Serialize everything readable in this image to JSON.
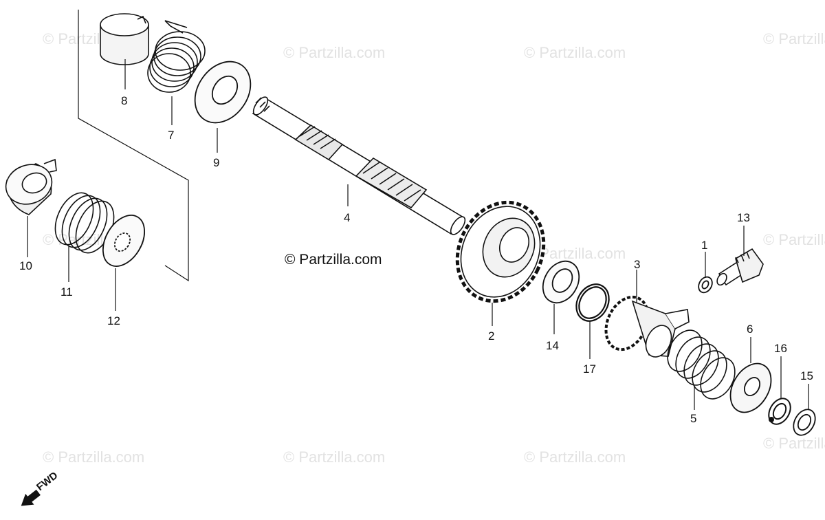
{
  "diagram": {
    "watermark": "© Partzilla.com",
    "fwd_label": "FWD",
    "part_labels": [
      "1",
      "2",
      "3",
      "4",
      "5",
      "6",
      "7",
      "8",
      "9",
      "10",
      "11",
      "12",
      "13",
      "14",
      "15",
      "16",
      "17"
    ]
  }
}
